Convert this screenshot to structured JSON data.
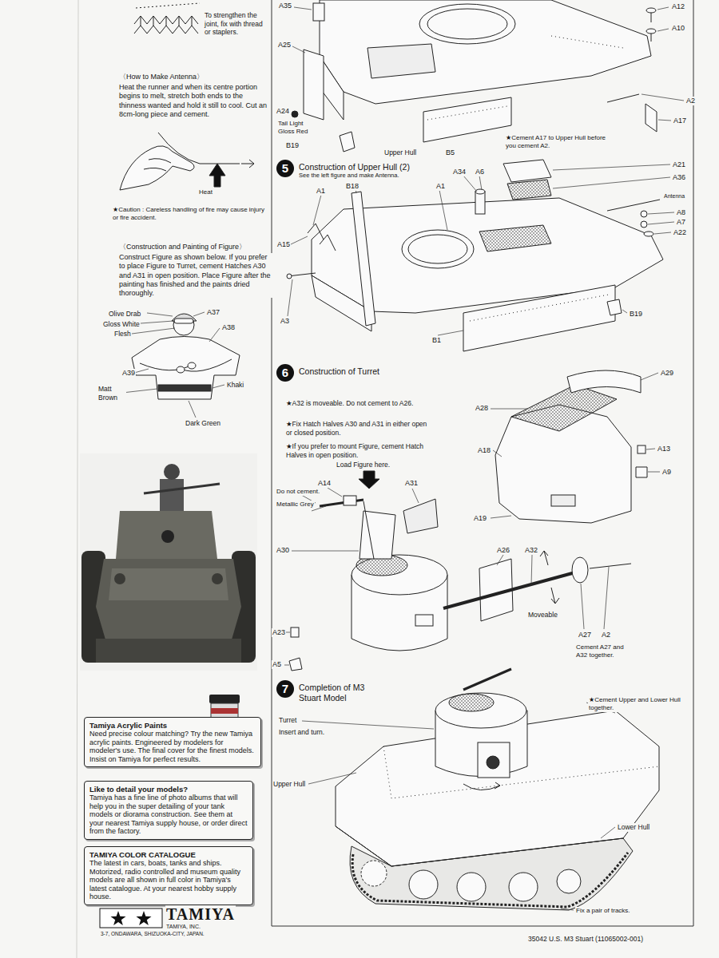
{
  "diagram": {
    "nodes": [
      {
        "text": [
          "5",
          "Construction of Upper Hull (2)",
          "See the left figure and make Antenna."
        ]
      },
      {
        "text": [
          "6",
          "Construction of Turret"
        ]
      },
      {
        "text": [
          "7",
          "Completion of M3 Stuart Model"
        ]
      },
      {
        "text": [
          "Tamiya Acrylic Paints",
          "Need precise colour matching? Try the new Tamiya acrylic paints. Engineered by modelers for modeler's use. The final cover for the finest models. Insist on Tamiya for perfect results."
        ]
      },
      {
        "text": [
          "Like to detail your models?",
          "Tamiya has a fine line of photo albums that will help you in the super detailing of your tank models or diorama construction. See them at your nearest Tamiya supply house, or order direct from the factory."
        ]
      },
      {
        "text": [
          "TAMIYA COLOR CATALOGUE",
          "The latest in cars, boats, tanks and ships. Motorized, radio controlled and museum quality models are all shown in full color in Tamiya's latest catalogue. At your nearest hobby supply house."
        ]
      }
    ],
    "labels": [
      "To strengthen the joint, fix with thread or staplers.",
      "〈How to Make Antenna〉",
      "Heat the runner and when its centre portion begins to melt, stretch both ends to the thinness wanted and hold it still to cool. Cut an 8cm-long piece and cement.",
      "Heat",
      "★Caution : Careless handling of fire may cause injury or fire accident.",
      "〈Construction and Painting of Figure〉",
      "Construct Figure as shown below. If you prefer to place Figure to Turret, cement Hatches A30 and A31 in open position. Place Figure after the painting has finished and the paints dried thoroughly.",
      "Olive Drab",
      "A37",
      "Gloss White",
      "A38",
      "Flesh",
      "A39",
      "Khaki",
      "Matt Brown",
      "Dark Green",
      "A35",
      "A12",
      "A10",
      "A25",
      "A2",
      "A17",
      "A24",
      "Tail Light Gloss Red",
      "B19",
      "Upper Hull",
      "B5",
      "★Cement A17 to Upper Hull before you cement A2.",
      "A34",
      "A6",
      "B18",
      "A1",
      "A1",
      "A21",
      "A36",
      "Antenna",
      "A8",
      "A7",
      "A22",
      "A15",
      "A3",
      "B1",
      "B19",
      "★A32 is moveable. Do not cement to A26.",
      "★Fix Hatch Halves A30 and A31 in either open or closed position.",
      "★If you prefer to mount Figure, cement Hatch Halves in open position.",
      "A29",
      "A28",
      "A18",
      "A13",
      "A9",
      "A19",
      "Load Figure here.",
      "A14",
      "Do not cement.",
      "Metallic Grey",
      "A31",
      "A30",
      "A26",
      "A32",
      "Moveable",
      "A23",
      "A27",
      "A2",
      "Cement A27 and A32 together.",
      "A5",
      "Turret",
      "Insert and turn.",
      "★Cement Upper and Lower Hull together.",
      "Upper Hull",
      "Lower Hull",
      "Fix a pair of tracks.",
      "TAMIYA",
      "TAMIYA, INC.",
      "3-7, ONDAWARA, SHIZUOKA-CITY, JAPAN.",
      "35042 U.S. M3 Stuart (11065002-001)"
    ]
  }
}
